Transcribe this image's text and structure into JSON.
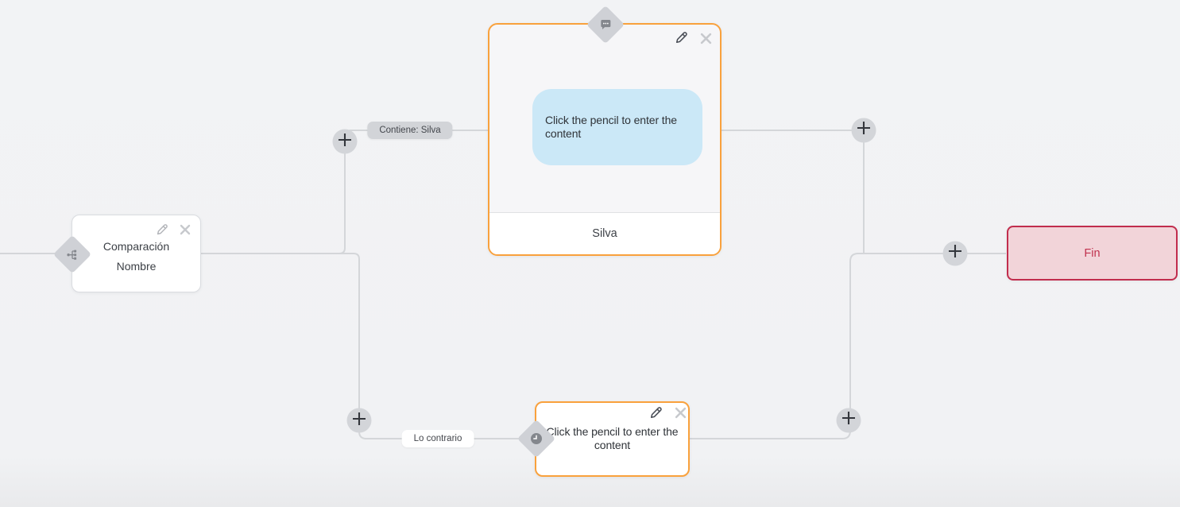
{
  "app": {
    "view": "chatbot-flow-builder-canvas"
  },
  "nodes": {
    "condition": {
      "type": "condition",
      "title_line1": "Comparación",
      "title_line2": "Nombre",
      "actions": [
        "edit",
        "delete"
      ],
      "type_icon": "branch-icon"
    },
    "message": {
      "type": "message",
      "bubble_text": "Click the pencil to enter the content",
      "footer_label": "Silva",
      "actions": [
        "edit",
        "delete"
      ],
      "type_icon": "chat-bubble-icon"
    },
    "action": {
      "type": "action",
      "text": "Click the pencil to enter the content",
      "actions": [
        "edit",
        "delete"
      ],
      "type_icon": "clock-icon"
    },
    "end": {
      "type": "end",
      "label": "Fin"
    }
  },
  "edge_labels": {
    "true_branch": "Contiene: Silva",
    "false_branch": "Lo contrario"
  },
  "connectors": {
    "add_button_icon": "plus-icon",
    "count": 5
  },
  "colors": {
    "background": "#f1f2f4",
    "edge": "#d4d6d9",
    "accent_orange": "#f9a13c",
    "bubble_blue": "#cbe8f7",
    "pill_gray": "#d2d4d8",
    "plus_gray": "#d3d5d9",
    "end_bg": "#f2d4d9",
    "end_border": "#c12d4d",
    "end_text": "#c0314e"
  }
}
